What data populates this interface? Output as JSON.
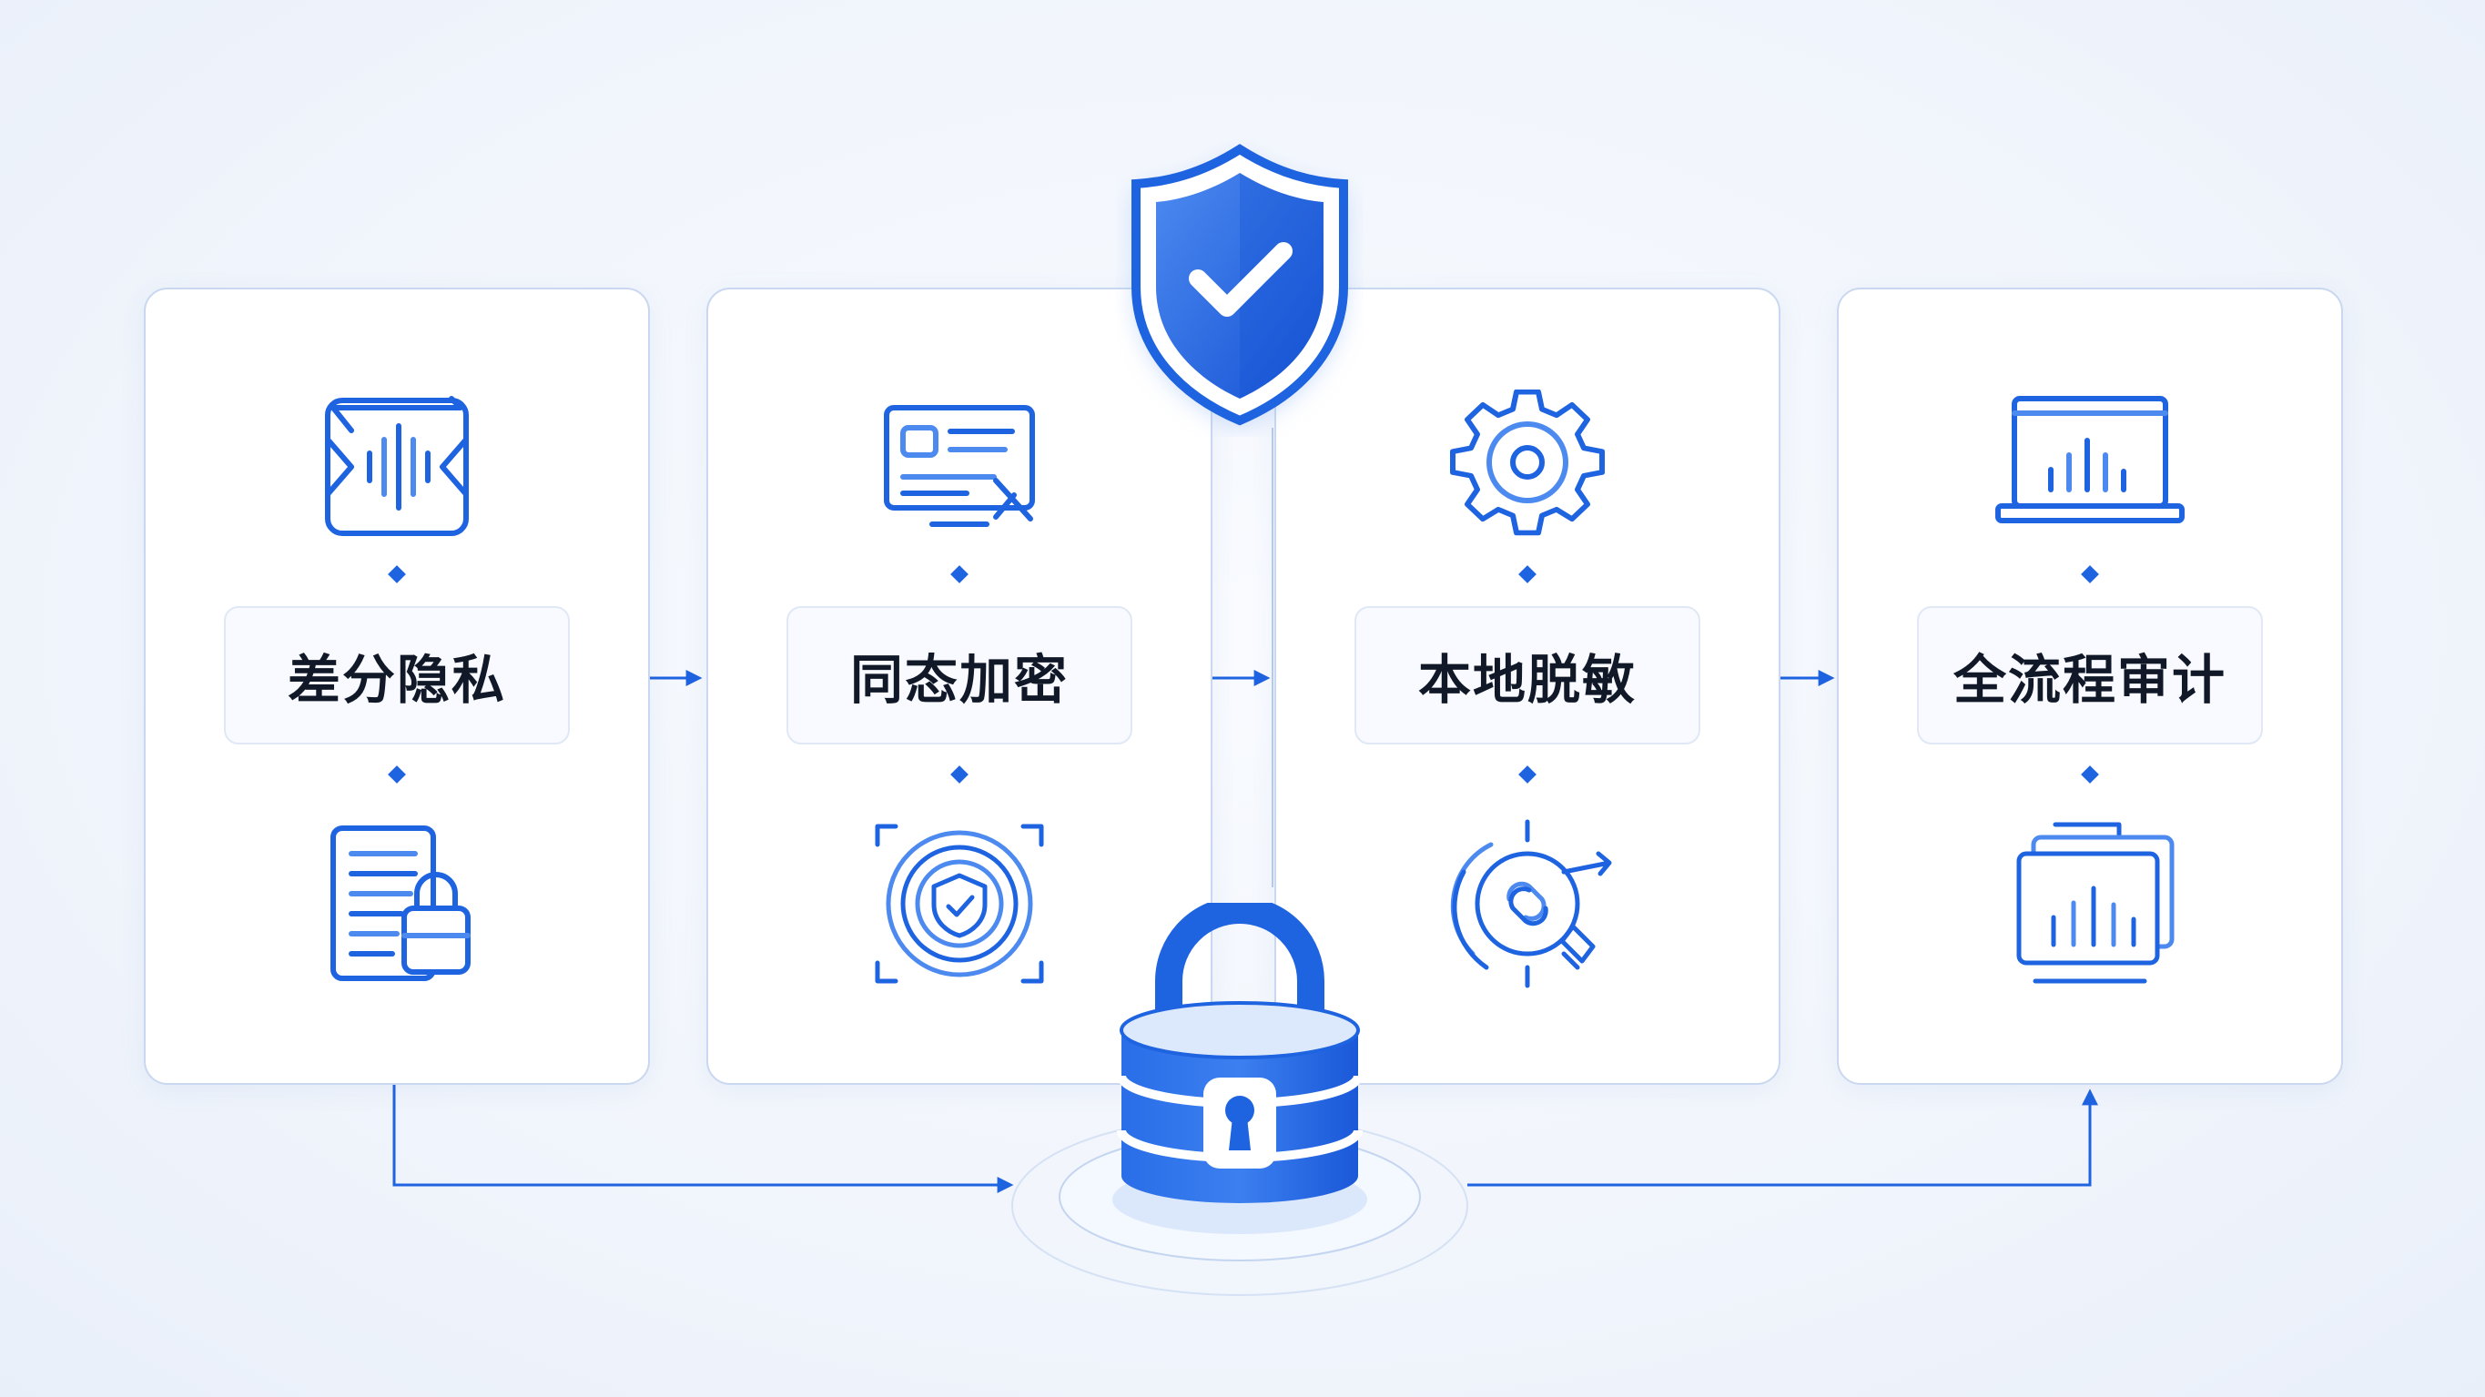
{
  "steps": [
    {
      "label": "差分隐私",
      "icon_top": "waveform-icon",
      "icon_bottom": "locked-document-icon"
    },
    {
      "label": "同态加密",
      "icon_top": "id-card-icon",
      "icon_bottom": "shield-target-icon"
    },
    {
      "label": "本地脱敏",
      "icon_top": "gear-icon",
      "icon_bottom": "link-cycle-icon"
    },
    {
      "label": "全流程审计",
      "icon_top": "laptop-chart-icon",
      "icon_bottom": "stacked-chart-icon"
    }
  ],
  "icons": {
    "top_center": "shield-check-icon",
    "bottom_center": "database-lock-icon"
  },
  "colors": {
    "accent": "#1e63e0",
    "accent_light": "#4d8af0",
    "card_border": "#c9d8f0",
    "text": "#111827"
  }
}
